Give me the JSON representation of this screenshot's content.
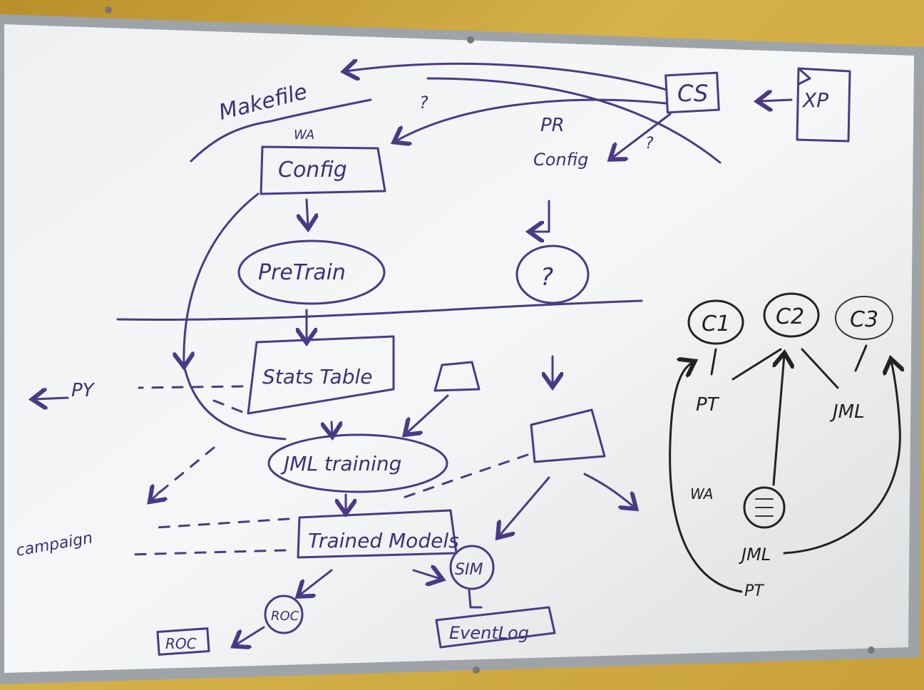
{
  "labels": {
    "makefile": "Makefile",
    "wa": "WA",
    "pr": "PR",
    "config_main": "Config",
    "config_pr": "Config",
    "cs": "CS",
    "xp": "XP",
    "question1": "?",
    "question2": "?",
    "question3": "?",
    "pretrain": "PreTrain",
    "stats_table": "Stats Table",
    "py": "PY",
    "jml_training": "JML training",
    "trained_models": "Trained Models",
    "campaign": "campaign",
    "sim": "SIM",
    "roc_circle": "ROC",
    "roc_box": "ROC",
    "event_log": "EventLog",
    "c1": "C1",
    "c2": "C2",
    "c3": "C3",
    "pt_top": "PT",
    "jml_right": "JML",
    "wa_right": "WA",
    "jml_bottom": "JML",
    "pt_bottom": "PT"
  }
}
